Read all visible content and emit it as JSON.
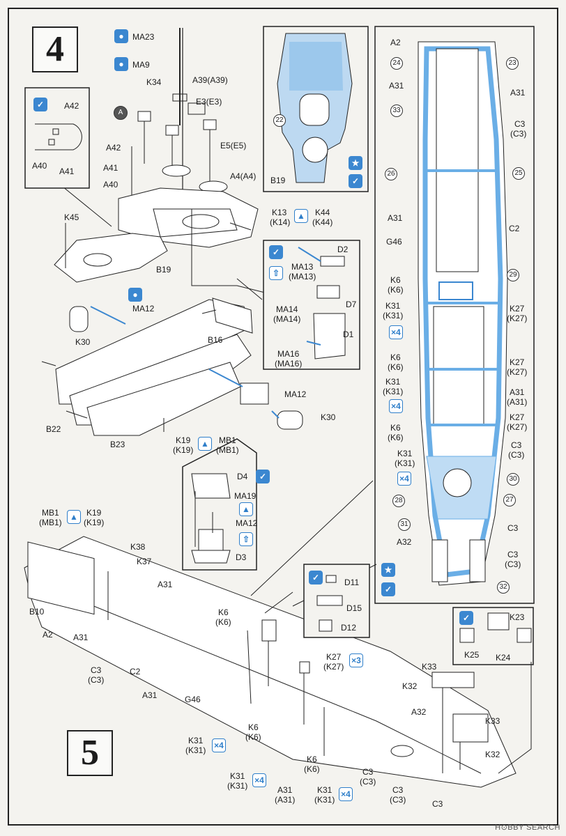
{
  "steps": {
    "step4": "4",
    "step5": "5"
  },
  "watermark": "H⊙BBY SEARCH",
  "icons": {
    "paint": "paint-drop-icon",
    "glue": "glue-icon",
    "photo_etch": "photo-etch-icon",
    "star": "star-icon",
    "bend": "bend-icon",
    "x3": "×3",
    "x4": "×4"
  },
  "step4": {
    "mast_labels": [
      "MA23",
      "MA9",
      "K34",
      "A39(A39)",
      "E3(E3)",
      "E5(E5)",
      "A4(A4)"
    ],
    "inset_a": {
      "marker": "A",
      "labels": [
        "A42",
        "A40",
        "A41"
      ]
    },
    "left_labels": [
      "A42",
      "A41",
      "A40",
      "K45",
      "B19",
      "K30",
      "MA12",
      "B16",
      "B22",
      "B23"
    ],
    "mid_labels": [
      "K13",
      "(K14)",
      "K44",
      "(K44)",
      "K19",
      "(K19)",
      "MB1",
      "(MB1)",
      "MA12",
      "K30"
    ],
    "detail_d": {
      "labels": [
        "D2",
        "MA13",
        "(MA13)",
        "D7",
        "MA14",
        "(MA14)",
        "D1",
        "MA16",
        "(MA16)"
      ]
    },
    "detail_d4": {
      "labels": [
        "D4",
        "MA19",
        "MA12",
        "D3"
      ]
    },
    "deck_view": {
      "labels": [
        "22",
        "B19"
      ]
    }
  },
  "plan_view": {
    "labels_left": [
      "A2",
      "24",
      "A31",
      "33",
      "26",
      "A31",
      "G46",
      "K6",
      "(K6)",
      "K31",
      "(K31)",
      "K6",
      "(K6)",
      "K31",
      "(K31)",
      "K6",
      "(K6)",
      "K31",
      "(K31)",
      "28",
      "31",
      "A32"
    ],
    "labels_right": [
      "23",
      "A31",
      "C3",
      "(C3)",
      "25",
      "C2",
      "29",
      "K27",
      "(K27)",
      "K27",
      "(K27)",
      "A31",
      "(A31)",
      "K27",
      "(K27)",
      "C3",
      "(C3)",
      "30",
      "27",
      "C3",
      "C3",
      "(C3)",
      "32"
    ]
  },
  "step5": {
    "labels": [
      "MB1",
      "(MB1)",
      "K19",
      "(K19)",
      "K38",
      "K37",
      "A31",
      "B10",
      "A2",
      "A31",
      "C3",
      "(C3)",
      "C2",
      "A31",
      "G46",
      "K6",
      "(K6)",
      "K27",
      "(K27)",
      "K31",
      "(K31)",
      "K6",
      "(K6)",
      "K31",
      "(K31)",
      "A31",
      "(A31)",
      "K6",
      "(K6)",
      "K31",
      "(K31)",
      "C3",
      "(C3)",
      "C3",
      "(C3)",
      "C3",
      "A32",
      "K33",
      "K32",
      "K33",
      "K32"
    ],
    "detail_d11": {
      "labels": [
        "D11",
        "D15",
        "D12"
      ]
    },
    "detail_k23": {
      "labels": [
        "K23",
        "K25",
        "K24"
      ]
    }
  }
}
